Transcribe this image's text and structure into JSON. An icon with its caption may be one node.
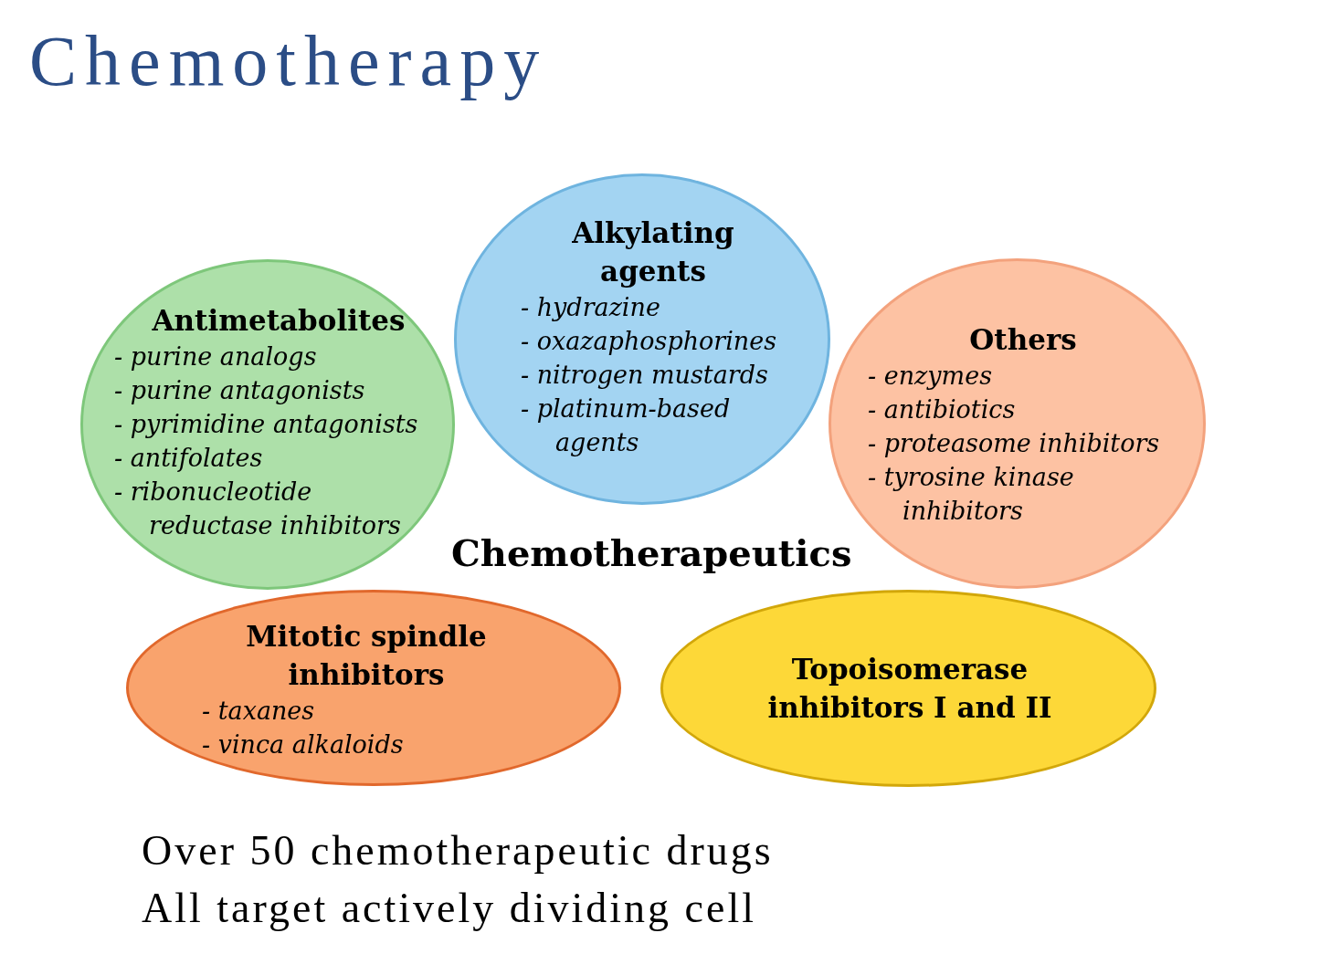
{
  "diagram": {
    "title": "Chemotherapy",
    "nodes": [
      {
        "text": [
          "Alkylating agents",
          "- hydrazine",
          "- oxazaphosphorines",
          "- nitrogen mustards",
          "- platinum-based agents"
        ]
      },
      {
        "text": [
          "Antimetabolites",
          "- purine analogs",
          "- purine antagonists",
          "- pyrimidine antagonists",
          "- antifolates",
          "- ribonucleotide reductase inhibitors"
        ]
      },
      {
        "text": [
          "Others",
          "- enzymes",
          "- antibiotics",
          "- proteasome inhibitors",
          "- tyrosine kinase inhibitors"
        ]
      },
      {
        "text": [
          "Mitotic spindle inhibitors",
          "- taxanes",
          "- vinca alkaloids"
        ]
      },
      {
        "text": [
          "Topoisomerase inhibitors I and II"
        ]
      }
    ],
    "edges": [],
    "labels": [
      "Chemotherapeutics",
      "Over 50 chemotherapeutic drugs",
      "All target actively dividing cell"
    ]
  }
}
